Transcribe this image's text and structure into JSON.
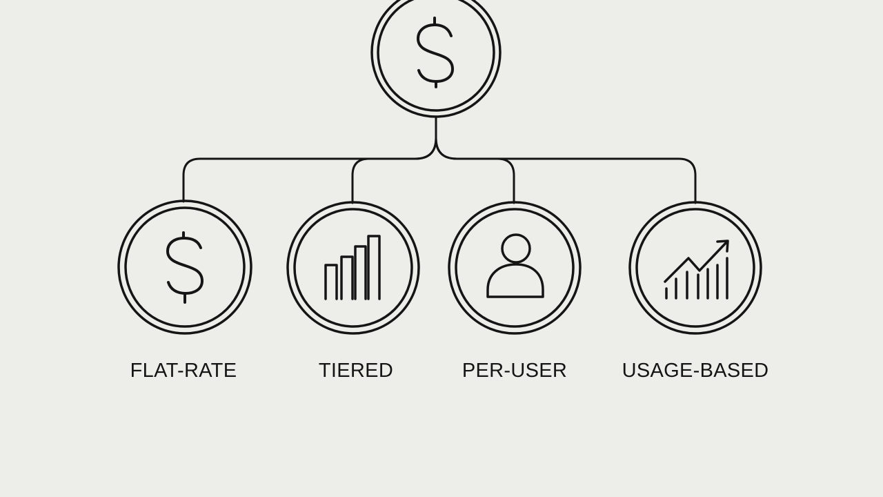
{
  "diagram": {
    "root": {
      "icon": "dollar-sign-icon"
    },
    "nodes": [
      {
        "id": "flat-rate",
        "label": "FLAT-RATE",
        "icon": "dollar-sign-icon"
      },
      {
        "id": "tiered",
        "label": "TIERED",
        "icon": "bar-chart-icon"
      },
      {
        "id": "per-user",
        "label": "PER-USER",
        "icon": "user-icon"
      },
      {
        "id": "usage-based",
        "label": "USAGE-BASED",
        "icon": "trending-up-chart-icon"
      }
    ],
    "colors": {
      "background": "#ededea",
      "stroke": "#151515"
    }
  }
}
